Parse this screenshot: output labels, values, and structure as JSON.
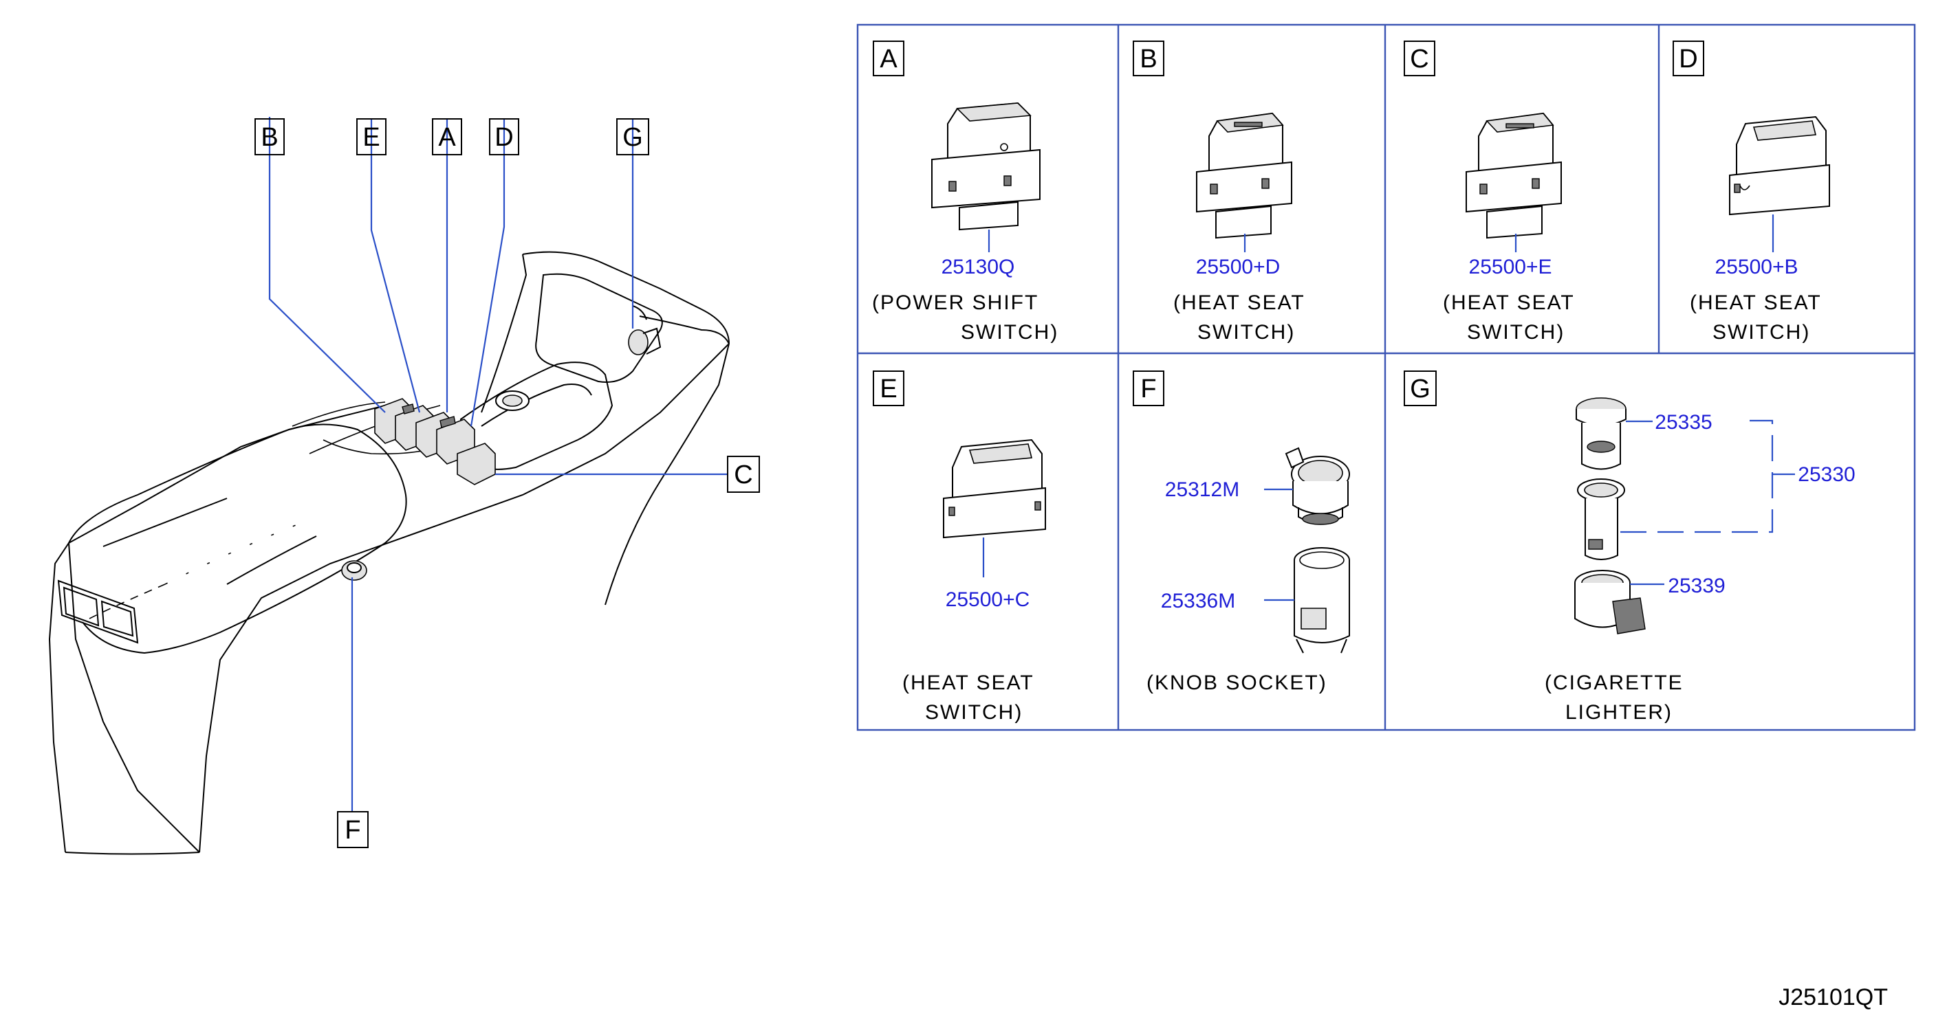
{
  "callouts_overview": {
    "B": "B",
    "E": "E",
    "A": "A",
    "D": "D",
    "G": "G",
    "C": "C",
    "F": "F"
  },
  "panels": {
    "A": {
      "label": "A",
      "part_number": "25130Q",
      "desc_line1": "(POWER   SHIFT",
      "desc_line2": "SWITCH)"
    },
    "B": {
      "label": "B",
      "part_number": "25500+D",
      "desc_line1": "(HEAT   SEAT",
      "desc_line2": "SWITCH)"
    },
    "C": {
      "label": "C",
      "part_number": "25500+E",
      "desc_line1": "(HEAT   SEAT",
      "desc_line2": "SWITCH)"
    },
    "D": {
      "label": "D",
      "part_number": "25500+B",
      "desc_line1": "(HEAT   SEAT",
      "desc_line2": "SWITCH)"
    },
    "E": {
      "label": "E",
      "part_number": "25500+C",
      "desc_line1": "(HEAT   SEAT",
      "desc_line2": "SWITCH)"
    },
    "F": {
      "label": "F",
      "part_number_1": "25312M",
      "part_number_2": "25336M",
      "desc_line1": "(KNOB   SOCKET)"
    },
    "G": {
      "label": "G",
      "part_number_knob": "25335",
      "part_number_assy": "25330",
      "part_number_socket": "25339",
      "desc_line1": "(CIGARETTE",
      "desc_line2": "LIGHTER)"
    }
  },
  "diagram_code": "J25101QT",
  "colors": {
    "part_number": "#1f1fd6",
    "grid": "#3a54b4",
    "leader": "#2a4fc8",
    "line": "#000000"
  }
}
